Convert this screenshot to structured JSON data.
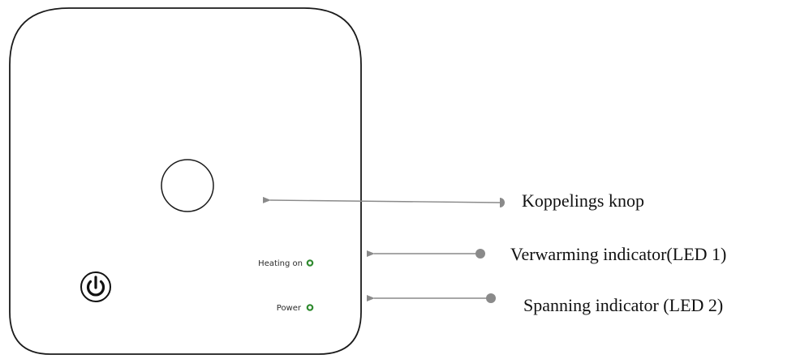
{
  "device": {
    "labels": {
      "heating": "Heating on",
      "power": "Power"
    },
    "led_color": "#2f8a2f"
  },
  "callouts": [
    {
      "label": "Koppelings knop"
    },
    {
      "label": "Verwarming indicator(LED 1)"
    },
    {
      "label": "Spanning indicator (LED 2)"
    }
  ],
  "colors": {
    "outline": "#1a1a1a",
    "leader_line": "#8a8a8a",
    "leader_dot": "#8a8a8a"
  }
}
